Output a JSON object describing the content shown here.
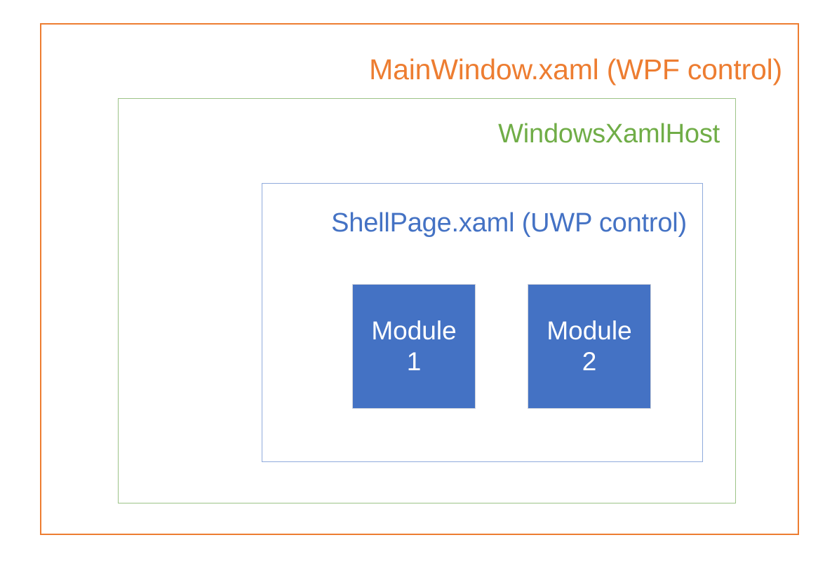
{
  "diagram": {
    "type": "nested-containment-boxes",
    "background_color": "#FFFFFF",
    "layers": [
      {
        "key": "outer",
        "label": "MainWindow.xaml (WPF control)",
        "border_color": "#ED7D31",
        "text_color": "#ED7D31",
        "label_align": "right"
      },
      {
        "key": "middle",
        "label": "WindowsXamlHost",
        "border_color": "#9CC387",
        "text_color": "#70AD47",
        "label_align": "right"
      },
      {
        "key": "inner",
        "label": "ShellPage.xaml (UWP control)",
        "border_color": "#8FAADC",
        "text_color": "#4472C4",
        "label_align": "right"
      }
    ],
    "modules": {
      "fill_color": "#4472C4",
      "border_color": "#D0D3DB",
      "text_color": "#FFFFFF",
      "items": [
        {
          "name": "Module",
          "number": "1"
        },
        {
          "name": "Module",
          "number": "2"
        }
      ]
    }
  }
}
